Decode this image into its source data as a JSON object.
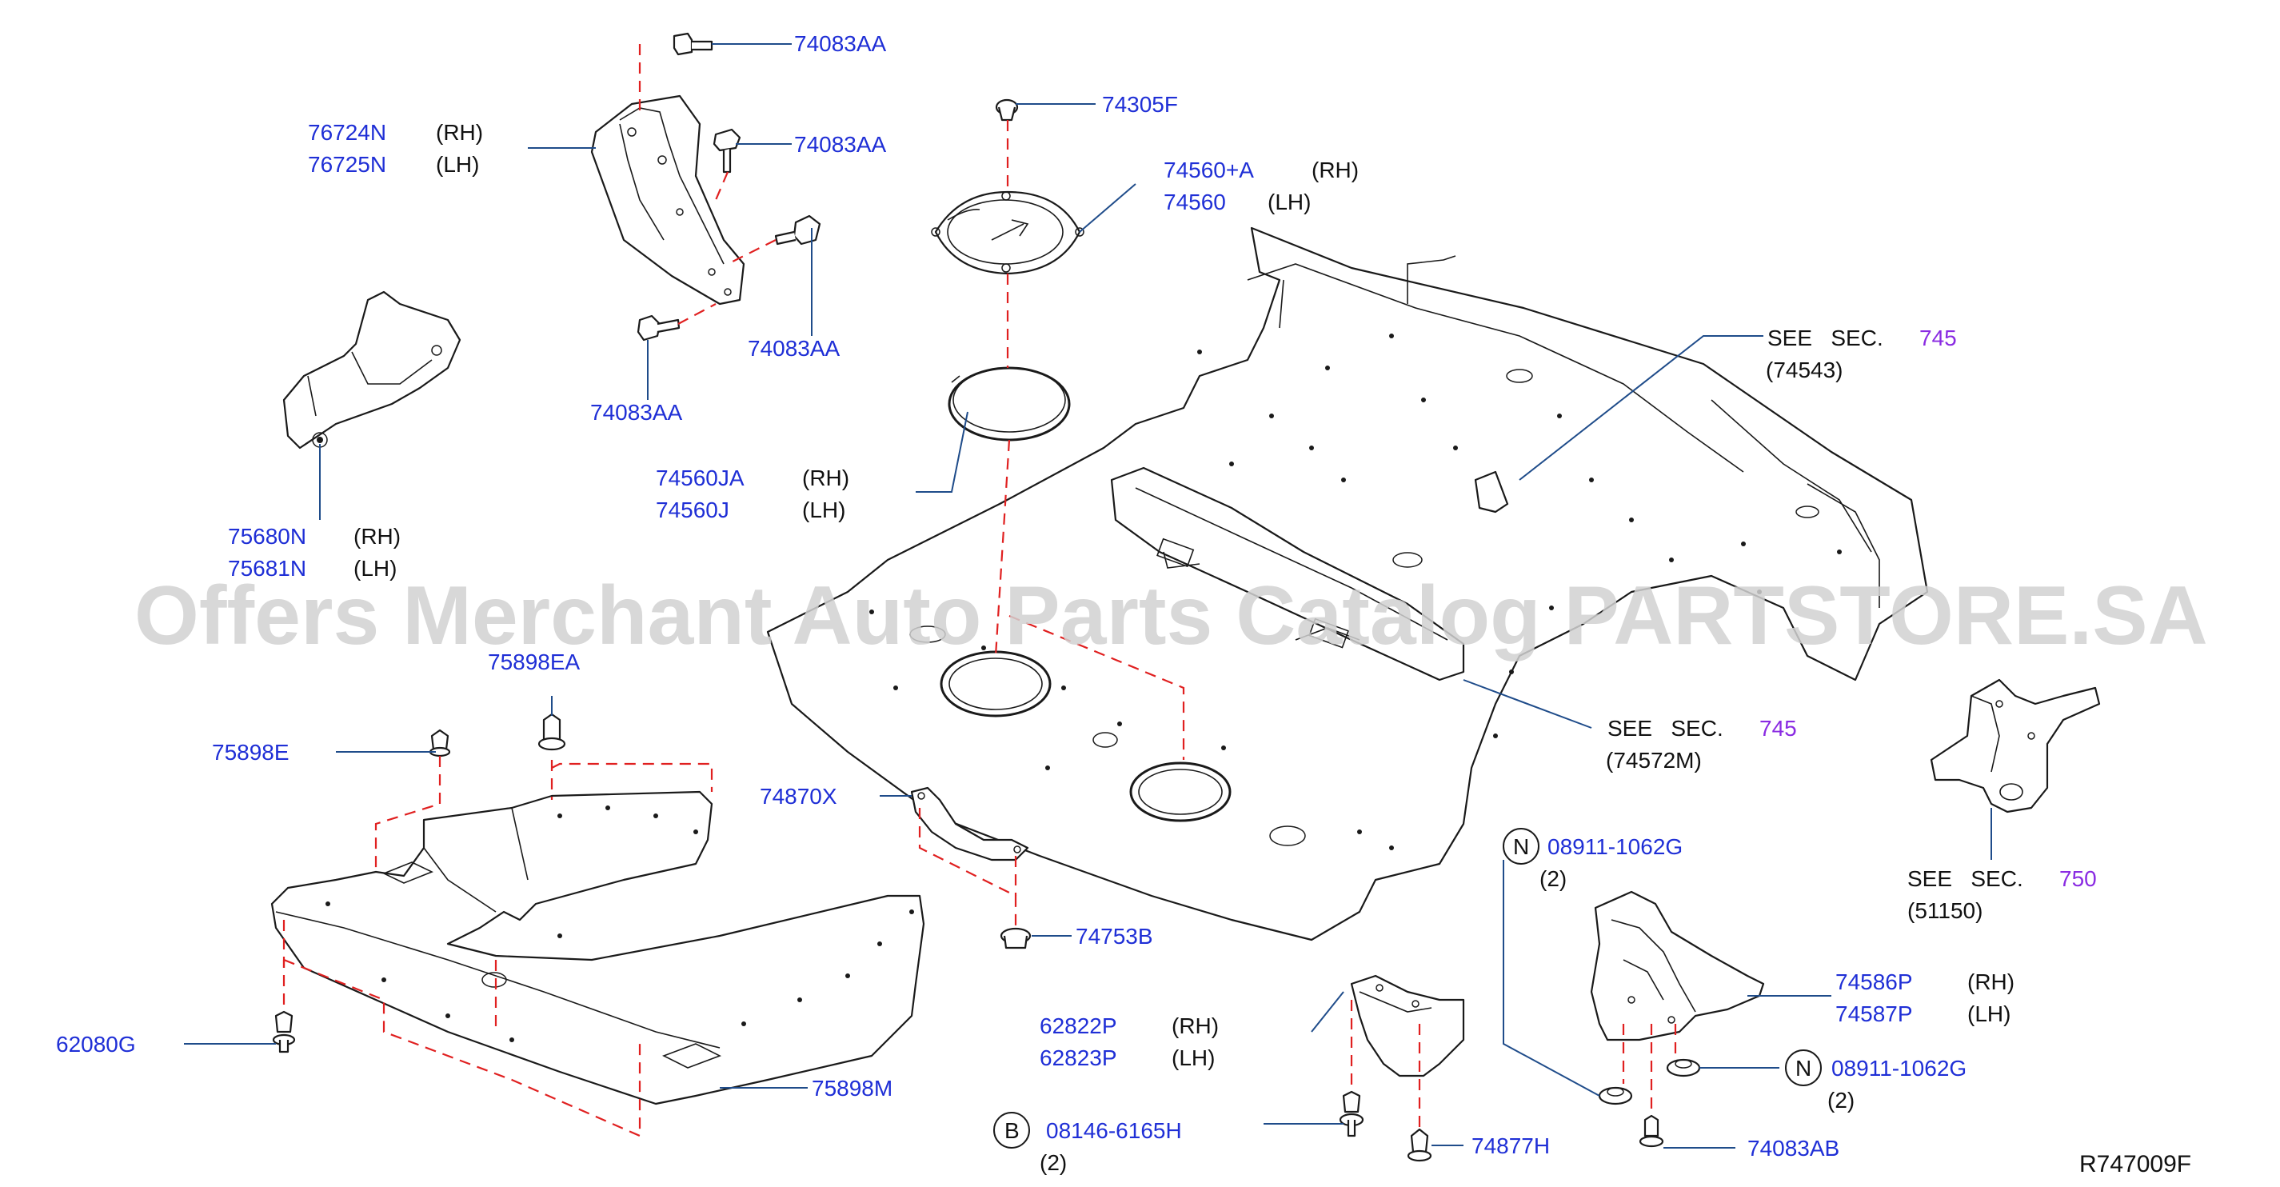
{
  "diagram": {
    "reference_code": "R747009F",
    "watermark": "Offers Merchant Auto Parts Catalog PARTSTORE.SA",
    "callouts": {
      "bolt_top_1": {
        "part": "74083AA"
      },
      "bolt_top_2": {
        "part": "74083AA"
      },
      "bolt_top_3": {
        "part": "74083AA"
      },
      "bolt_top_4": {
        "part": "74083AA"
      },
      "bracket": {
        "part_rh": "76724N",
        "side_rh": "(RH)",
        "part_lh": "76725N",
        "side_lh": "(LH)"
      },
      "insulator": {
        "part_rh": "75680N",
        "side_rh": "(RH)",
        "part_lh": "75681N",
        "side_lh": "(LH)"
      },
      "plug": {
        "part": "74305F"
      },
      "spare_cover": {
        "part_rh": "74560+A",
        "side_rh": "(RH)",
        "part_lh": "74560",
        "side_lh": "(LH)"
      },
      "seal_ring": {
        "part_rh": "74560JA",
        "side_rh": "(RH)",
        "part_lh": "74560J",
        "side_lh": "(LH)"
      },
      "see_sec_74543": {
        "label": "SEE   SEC.",
        "section": "745",
        "code": "(74543)"
      },
      "see_sec_74572m": {
        "label": "SEE   SEC.",
        "section": "745",
        "code": "(74572M)"
      },
      "see_sec_51150": {
        "label": "SEE   SEC.",
        "section": "750",
        "code": "(51150)"
      },
      "clip_ea": {
        "part": "75898EA"
      },
      "clip_e": {
        "part": "75898E"
      },
      "bracket_x": {
        "part": "74870X"
      },
      "grommet": {
        "part": "74753B"
      },
      "bolt_62080": {
        "part": "62080G"
      },
      "under_cover": {
        "part": "75898M"
      },
      "nut_top": {
        "badge": "N",
        "part": "08911-1062G",
        "qty": "(2)"
      },
      "nut_right": {
        "badge": "N",
        "part": "08911-1062G",
        "qty": "(2)"
      },
      "fender": {
        "part_rh": "74586P",
        "side_rh": "(RH)",
        "part_lh": "74587P",
        "side_lh": "(LH)"
      },
      "mudguard": {
        "part_rh": "62822P",
        "side_rh": "(RH)",
        "part_lh": "62823P",
        "side_lh": "(LH)"
      },
      "bolt_b": {
        "badge": "B",
        "part": "08146-6165H",
        "qty": "(2)"
      },
      "clip_h": {
        "part": "74877H"
      },
      "bolt_ab": {
        "part": "74083AB"
      }
    }
  },
  "colors": {
    "part_number": "#1f2fd6",
    "section_number": "#8a2be2",
    "leader_line": "#1f4c8a",
    "assembly_dash": "#e02020",
    "watermark": "#d2d2d2"
  }
}
